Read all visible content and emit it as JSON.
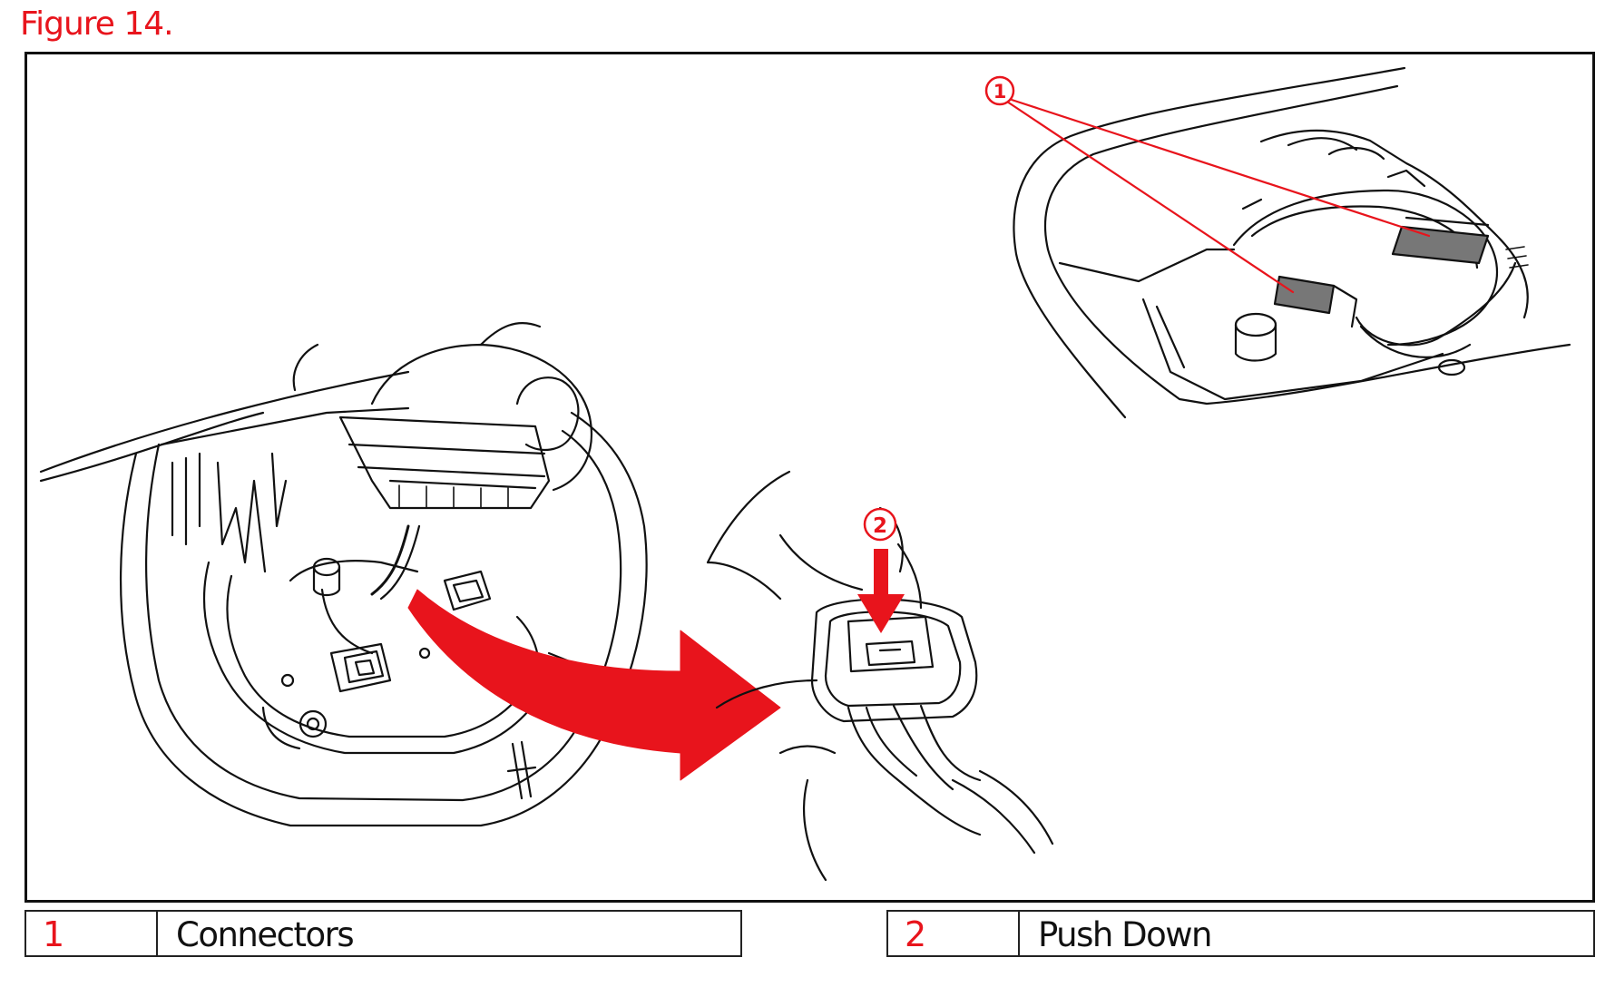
{
  "figure": {
    "title": "Figure 14."
  },
  "callouts": [
    "1",
    "2"
  ],
  "legend": [
    {
      "number": "1",
      "label": "Connectors"
    },
    {
      "number": "2",
      "label": "Push Down"
    }
  ],
  "colors": {
    "accent": "#e8141c",
    "line": "#111111"
  }
}
